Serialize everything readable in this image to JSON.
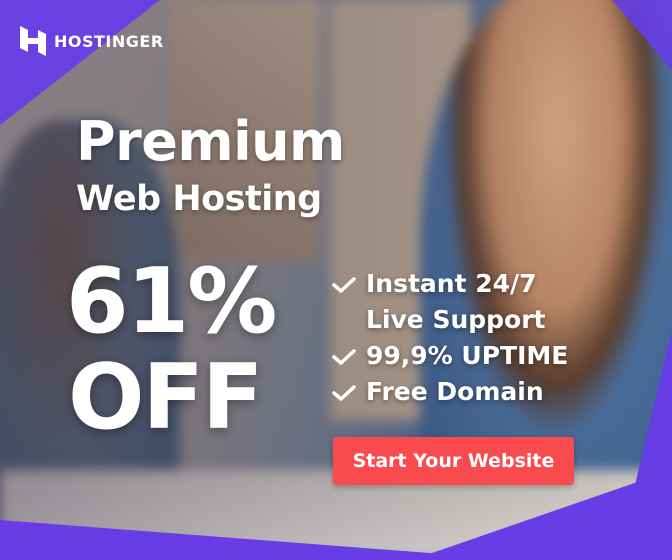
{
  "brand": {
    "name": "HOSTINGER",
    "logo_icon": "hostinger-logo-icon",
    "color": "#673de6"
  },
  "headline": {
    "line1": "Premium",
    "line2": "Web Hosting"
  },
  "discount": {
    "percent": "61%",
    "word": "OFF"
  },
  "features": [
    {
      "icon": "check-icon",
      "line1": "Instant 24/7",
      "line2": "Live Support"
    },
    {
      "icon": "check-icon",
      "line1": "99,9% UPTIME"
    },
    {
      "icon": "check-icon",
      "line1": "Free Domain"
    }
  ],
  "cta": {
    "label": "Start Your Website",
    "color": "#f94a4d"
  }
}
